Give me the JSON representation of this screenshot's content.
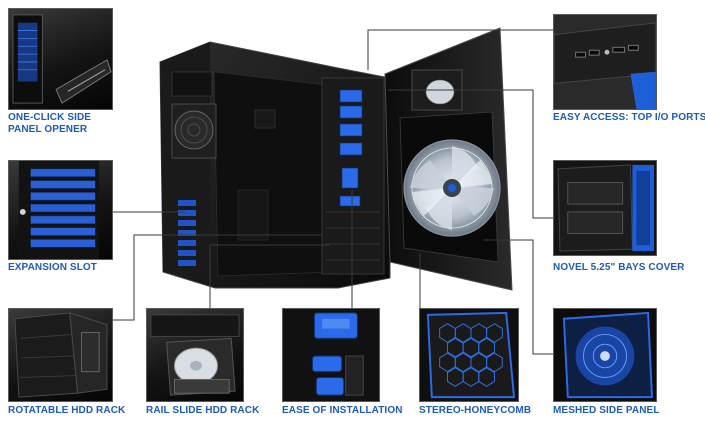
{
  "features": [
    {
      "id": "one-click-side-panel-opener",
      "label_line1": "ONE-CLICK SIDE",
      "label_line2": "PANEL OPENER"
    },
    {
      "id": "expansion-slot",
      "label": "EXPANSION SLOT"
    },
    {
      "id": "rotatable-hdd-rack",
      "label": "ROTATABLE HDD RACK"
    },
    {
      "id": "rail-slide-hdd-rack",
      "label": "RAIL SLIDE HDD RACK"
    },
    {
      "id": "ease-of-installation",
      "label": "EASE OF INSTALLATION"
    },
    {
      "id": "stereo-honeycomb",
      "label": "STEREO-HONEYCOMB"
    },
    {
      "id": "meshed-side-panel",
      "label": "MESHED SIDE PANEL"
    },
    {
      "id": "novel-bays-cover",
      "label": "NOVEL 5.25\" BAYS COVER"
    },
    {
      "id": "easy-access-top-io",
      "label": "EASY ACCESS: TOP I/O PORTS"
    }
  ],
  "colors": {
    "label_blue": "#1d5bb5",
    "accent_blue": "#1e5fd8",
    "case_black": "#141414",
    "leader_line": "#3a3a3a"
  }
}
